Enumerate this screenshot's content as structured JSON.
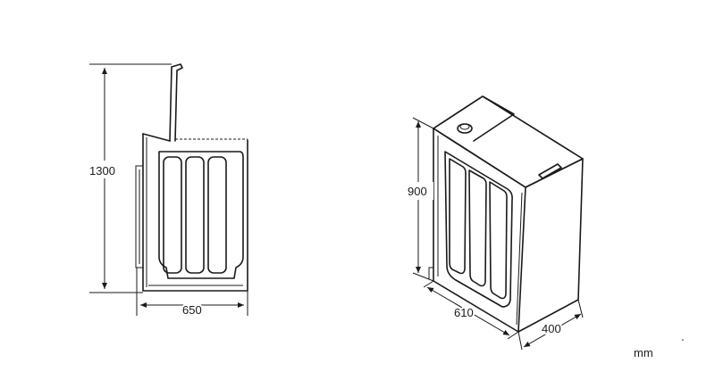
{
  "side_view": {
    "height_label": "1300",
    "depth_label": "650"
  },
  "iso_view": {
    "height_label": "900",
    "depth_label": "610",
    "width_label": "400"
  },
  "units_label": "mm"
}
